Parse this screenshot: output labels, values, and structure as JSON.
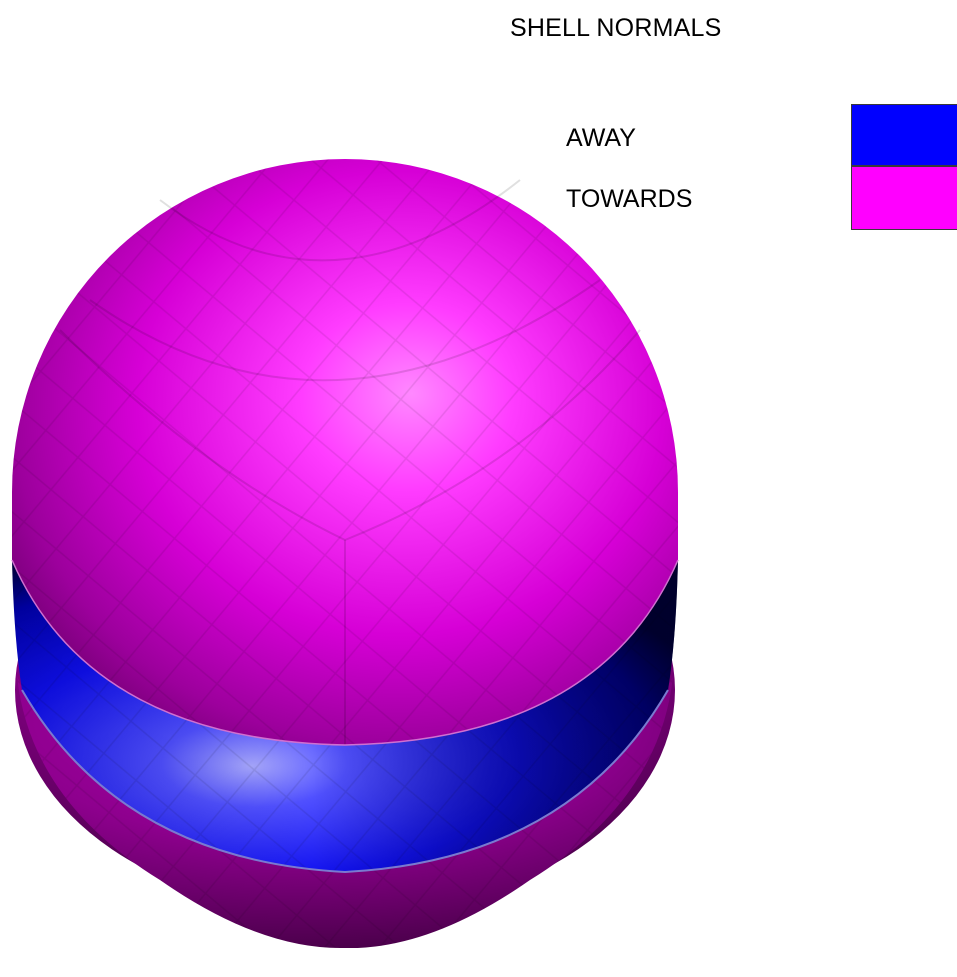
{
  "title": "SHELL NORMALS",
  "legend": [
    {
      "key": "away",
      "label": "AWAY",
      "color": "#0000ff"
    },
    {
      "key": "towards",
      "label": "TOWARDS",
      "color": "#ff00ff"
    }
  ],
  "colors": {
    "background": "#ffffff",
    "magenta": "#ff00ff",
    "blue": "#0000ff"
  }
}
